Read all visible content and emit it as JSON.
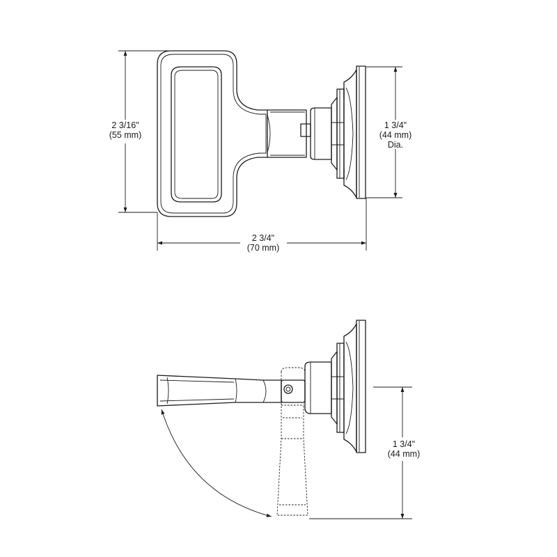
{
  "dimensions": {
    "top_height": {
      "value": "2 3/16\"",
      "metric": "(55 mm)"
    },
    "top_diameter": {
      "value": "1 3/4\"",
      "metric": "(44 mm)",
      "note": "Dia."
    },
    "top_width": {
      "value": "2 3/4\"",
      "metric": "(70 mm)"
    },
    "bottom_height": {
      "value": "1 3/4\"",
      "metric": "(44 mm)"
    }
  },
  "colors": {
    "ink": "#1a1a1a",
    "background": "#ffffff"
  }
}
